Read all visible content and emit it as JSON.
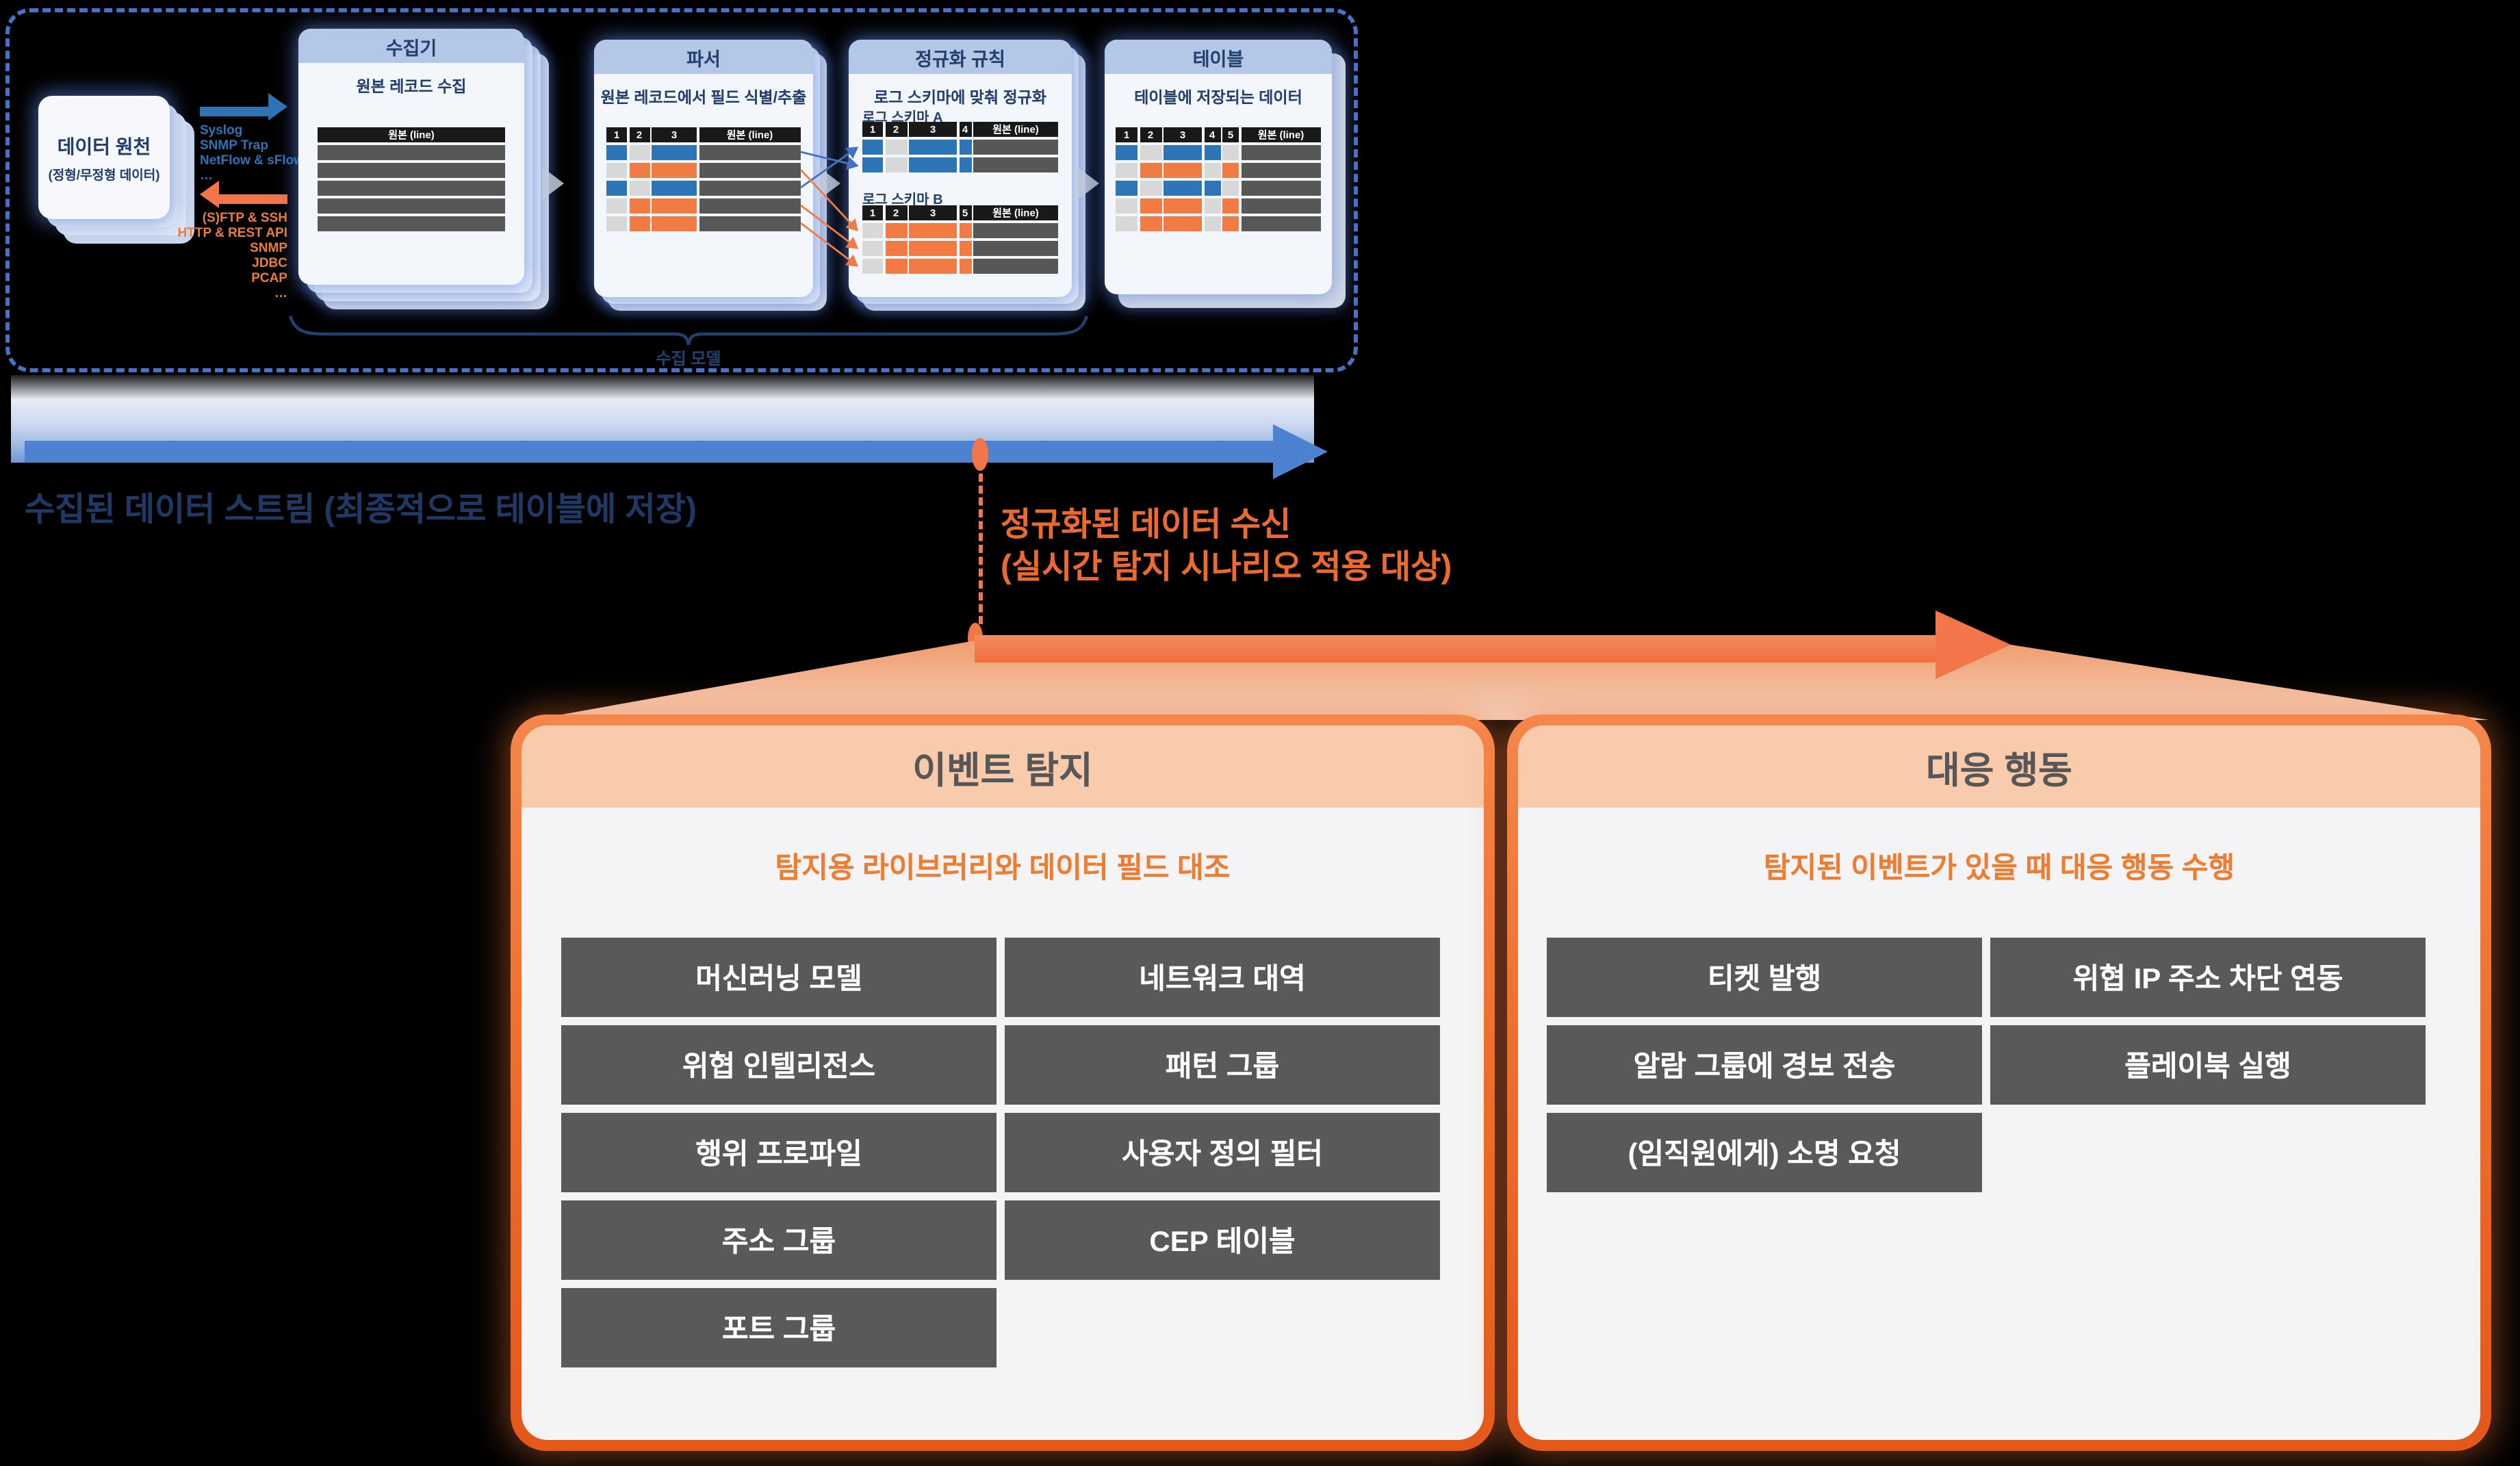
{
  "colors": {
    "accent_blue": "#2e74b5",
    "accent_orange": "#f2764a",
    "orange_text": "#ed6a2e",
    "navy": "#1f3864",
    "card_header_blue": "#b4c7e7",
    "panel_header_peach": "#f8cbad",
    "panel_border_orange": "#ee6f2d",
    "box_gray": "#595959",
    "cells": {
      "b": "#2e75b6",
      "o": "#f07c43",
      "g": "#d8d8d8",
      "d": "#575757"
    },
    "table_header_black": "#191919"
  },
  "pipeline": {
    "model_label": "수집 모델",
    "source": {
      "title": "데이터 원천",
      "subtitle": "(정형/무정형 데이터)"
    },
    "push_protocols": [
      "Syslog",
      "SNMP Trap",
      "NetFlow & sFlow",
      "…"
    ],
    "pull_protocols": [
      "(S)FTP & SSH",
      "HTTP & REST API",
      "SNMP",
      "JDBC",
      "PCAP",
      "…"
    ],
    "cards": {
      "collector": {
        "title": "수집기",
        "subtitle": "원본 레코드 수집"
      },
      "parser": {
        "title": "파서",
        "subtitle": "원본 레코드에서 필드 식별/추출"
      },
      "normalizer": {
        "title": "정규화 규칙",
        "subtitle": "로그 스키마에 맞춰 정규화",
        "schema_a_label": "로그 스키마 A",
        "schema_b_label": "로그 스키마 B"
      },
      "table": {
        "title": "테이블",
        "subtitle": "테이블에 저장되는 데이터"
      }
    },
    "tables": {
      "collector": {
        "headers": [
          {
            "label": "원본 (line)",
            "flex": true
          }
        ],
        "rows": [
          [
            "d"
          ],
          [
            "d"
          ],
          [
            "d"
          ],
          [
            "d"
          ],
          [
            "d"
          ]
        ]
      },
      "parser": {
        "headers": [
          {
            "label": "1",
            "w": 15
          },
          {
            "label": "2",
            "w": 15
          },
          {
            "label": "3",
            "w": 33
          },
          {
            "label": "원본 (line)",
            "flex": true
          }
        ],
        "rows": [
          [
            "b",
            "g",
            "b",
            "d"
          ],
          [
            "g",
            "o",
            "o",
            "d"
          ],
          [
            "b",
            "g",
            "b",
            "d"
          ],
          [
            "g",
            "o",
            "o",
            "d"
          ],
          [
            "g",
            "o",
            "o",
            "d"
          ]
        ]
      },
      "schema_a": {
        "headers": [
          {
            "label": "1",
            "w": 15
          },
          {
            "label": "2",
            "w": 16
          },
          {
            "label": "3",
            "w": 35
          },
          {
            "label": "4",
            "w": 9
          },
          {
            "label": "원본 (line)",
            "flex": true
          }
        ],
        "rows": [
          [
            "b",
            "g",
            "b",
            "b",
            "d"
          ],
          [
            "b",
            "g",
            "b",
            "b",
            "d"
          ]
        ]
      },
      "schema_b": {
        "headers": [
          {
            "label": "1",
            "w": 15
          },
          {
            "label": "2",
            "w": 16
          },
          {
            "label": "3",
            "w": 35
          },
          {
            "label": "5",
            "w": 9
          },
          {
            "label": "원본 (line)",
            "flex": true
          }
        ],
        "rows": [
          [
            "g",
            "o",
            "o",
            "o",
            "d"
          ],
          [
            "g",
            "o",
            "o",
            "o",
            "d"
          ],
          [
            "g",
            "o",
            "o",
            "o",
            "d"
          ]
        ]
      },
      "stored": {
        "headers": [
          {
            "label": "1",
            "w": 16
          },
          {
            "label": "2",
            "w": 16
          },
          {
            "label": "3",
            "w": 28
          },
          {
            "label": "4",
            "w": 12
          },
          {
            "label": "5",
            "w": 12
          },
          {
            "label": "원본 (line)",
            "flex": true
          }
        ],
        "rows": [
          [
            "b",
            "g",
            "b",
            "b",
            "g",
            "d"
          ],
          [
            "g",
            "o",
            "o",
            "g",
            "o",
            "d"
          ],
          [
            "b",
            "g",
            "b",
            "b",
            "g",
            "d"
          ],
          [
            "g",
            "o",
            "o",
            "g",
            "o",
            "d"
          ],
          [
            "g",
            "o",
            "o",
            "g",
            "o",
            "d"
          ]
        ]
      }
    }
  },
  "stream": {
    "label": "수집된 데이터 스트림 (최종적으로 테이블에 저장)"
  },
  "branch": {
    "line1": "정규화된 데이터 수신",
    "line2": "(실시간 탐지 시나리오 적용 대상)"
  },
  "detection_panel": {
    "title": "이벤트 탐지",
    "subtitle": "탐지용 라이브러리와 데이터 필드 대조",
    "boxes": [
      "머신러닝 모델",
      "네트워크 대역",
      "위협 인텔리전스",
      "패턴 그룹",
      "행위 프로파일",
      "사용자 정의 필터",
      "주소 그룹",
      "CEP 테이블",
      "포트 그룹",
      null
    ]
  },
  "response_panel": {
    "title": "대응 행동",
    "subtitle": "탐지된 이벤트가 있을 때 대응 행동 수행",
    "boxes": [
      "티켓 발행",
      "위협 IP 주소 차단 연동",
      "알람 그룹에 경보 전송",
      "플레이북 실행",
      "(임직원에게) 소명 요청",
      null
    ]
  }
}
